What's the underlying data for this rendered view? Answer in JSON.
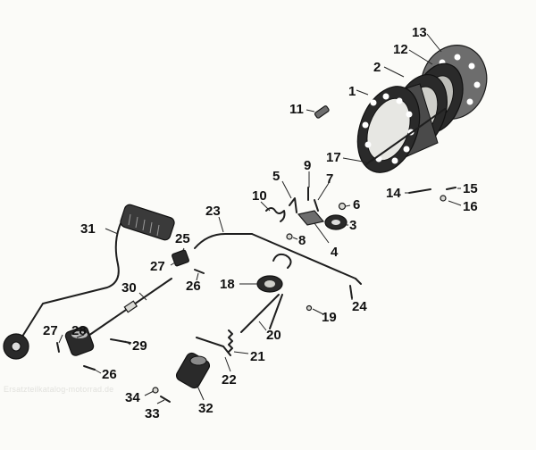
{
  "diagram": {
    "callouts": [
      {
        "id": "c1",
        "text": "1"
      },
      {
        "id": "c2",
        "text": "2"
      },
      {
        "id": "c3",
        "text": "3"
      },
      {
        "id": "c4",
        "text": "4"
      },
      {
        "id": "c5",
        "text": "5"
      },
      {
        "id": "c6",
        "text": "6"
      },
      {
        "id": "c7",
        "text": "7"
      },
      {
        "id": "c8",
        "text": "8"
      },
      {
        "id": "c9",
        "text": "9"
      },
      {
        "id": "c10",
        "text": "10"
      },
      {
        "id": "c11",
        "text": "11"
      },
      {
        "id": "c12",
        "text": "12"
      },
      {
        "id": "c13",
        "text": "13"
      },
      {
        "id": "c14",
        "text": "14"
      },
      {
        "id": "c15",
        "text": "15"
      },
      {
        "id": "c16",
        "text": "16"
      },
      {
        "id": "c17",
        "text": "17"
      },
      {
        "id": "c18",
        "text": "18"
      },
      {
        "id": "c19",
        "text": "19"
      },
      {
        "id": "c20",
        "text": "20"
      },
      {
        "id": "c21",
        "text": "21"
      },
      {
        "id": "c22",
        "text": "22"
      },
      {
        "id": "c23",
        "text": "23"
      },
      {
        "id": "c24",
        "text": "24"
      },
      {
        "id": "c25",
        "text": "25"
      },
      {
        "id": "c26a",
        "text": "26"
      },
      {
        "id": "c26b",
        "text": "26"
      },
      {
        "id": "c27a",
        "text": "27"
      },
      {
        "id": "c27b",
        "text": "27"
      },
      {
        "id": "c28",
        "text": "28"
      },
      {
        "id": "c29",
        "text": "29"
      },
      {
        "id": "c30",
        "text": "30"
      },
      {
        "id": "c31",
        "text": "31"
      },
      {
        "id": "c32",
        "text": "32"
      },
      {
        "id": "c33",
        "text": "33"
      },
      {
        "id": "c34",
        "text": "34"
      }
    ],
    "watermark": "Ersatzteilkatalog-motorrad.de"
  }
}
